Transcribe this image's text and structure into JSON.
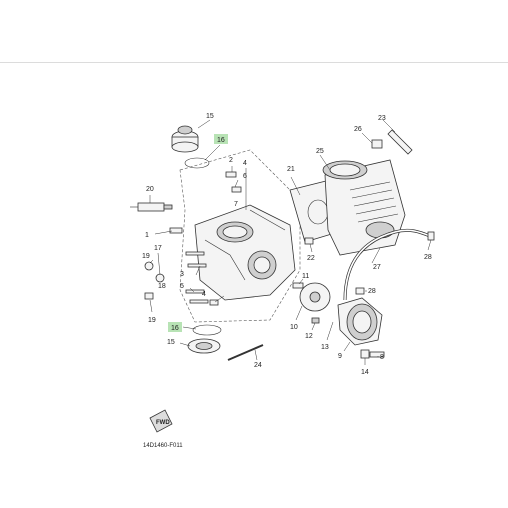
{
  "diagram": {
    "drawing_code": "14D1460-F011",
    "fwd_label": "FWD",
    "highlight_color": "#b8e3b5",
    "labels": {
      "p15a": "15",
      "p16a": "16",
      "p2": "2",
      "p4a": "4",
      "p6": "6",
      "p7": "7",
      "p20": "20",
      "p1": "1",
      "p17": "17",
      "p19a": "19",
      "p18": "18",
      "p3": "3",
      "p5": "5",
      "p4b": "4",
      "p19b": "19",
      "p16b": "16",
      "p15b": "15",
      "p24": "24",
      "p21": "21",
      "p25": "25",
      "p26": "26",
      "p23": "23",
      "p22": "22",
      "p27": "27",
      "p28a": "28",
      "p11": "11",
      "p28b": "28",
      "p10": "10",
      "p12": "12",
      "p13": "13",
      "p9": "9",
      "p8": "8",
      "p14": "14"
    }
  }
}
